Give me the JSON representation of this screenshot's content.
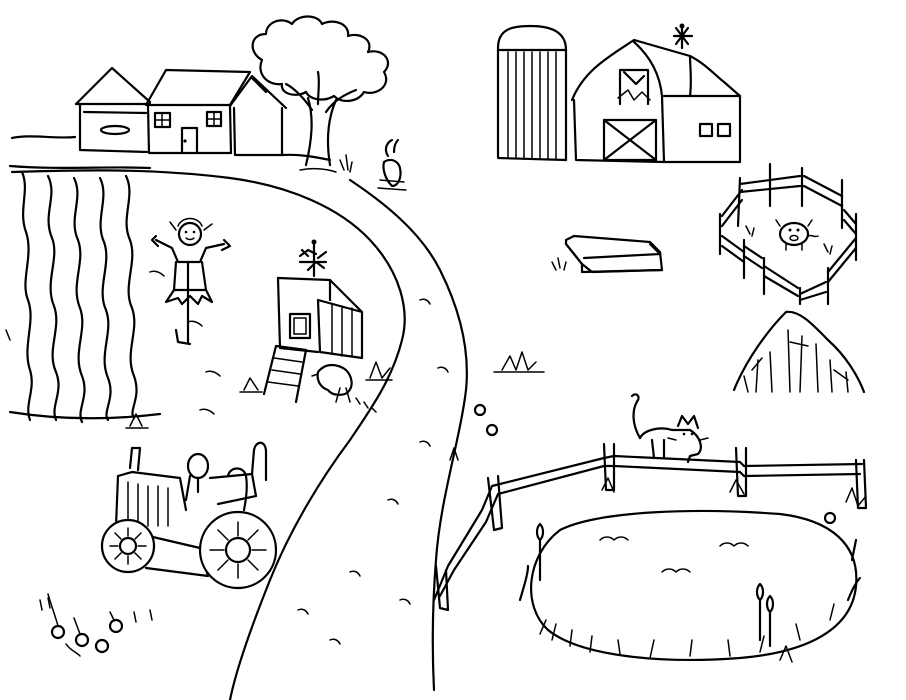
{
  "scene": {
    "style": "black-and-white line drawing, coloring page",
    "colors": {
      "ink": "#000000",
      "paper": "#ffffff"
    },
    "items": [
      "farmhouse",
      "tree",
      "silo",
      "barn",
      "weathervane",
      "crop-field",
      "scarecrow",
      "chicken-coop",
      "chicken",
      "dirt-road",
      "tractor",
      "feed-trough",
      "pig-pen",
      "pig",
      "haystack",
      "cat",
      "fence",
      "pond",
      "cattails",
      "rabbit",
      "flowers",
      "grass-tufts"
    ]
  }
}
